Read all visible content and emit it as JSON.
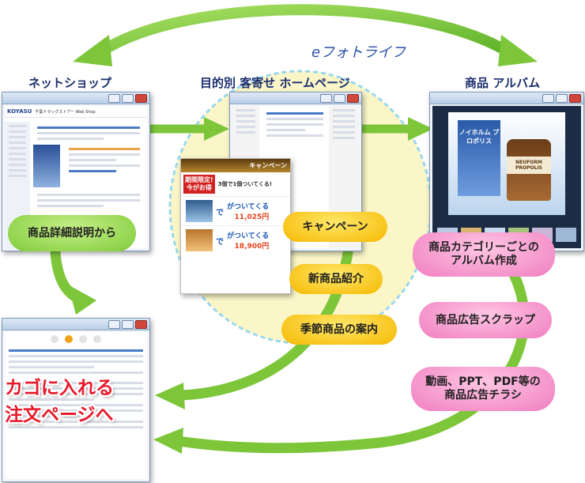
{
  "diagram": {
    "nodes": {
      "netshop": {
        "label": "ネットショップ"
      },
      "homepage": {
        "label": "目的別 客寄せ ホームページ"
      },
      "album": {
        "label": "商品 アルバム"
      },
      "efoto": {
        "label": "eフォトライフ"
      }
    },
    "pills": {
      "detail": {
        "label": "商品詳細説明から",
        "color": "#9bdc55"
      },
      "campaign": {
        "label": "キャンペーン",
        "color": "#f8c91a"
      },
      "newproduct": {
        "label": "新商品紹介",
        "color": "#f8c91a"
      },
      "seasonal": {
        "label": "季節商品の案内",
        "color": "#f8c91a"
      },
      "category_album": {
        "line1": "商品カテゴリーごとの",
        "line2": "アルバム作成",
        "color": "#f79bd0"
      },
      "scrap": {
        "label": "商品広告スクラップ",
        "color": "#f79bd0"
      },
      "flyer": {
        "line1": "動画、PPT、PDF等の",
        "line2": "商品広告チラシ",
        "color": "#f79bd0"
      }
    },
    "cart": {
      "line1": "カゴに入れる",
      "line2": "注文ページへ",
      "color": "#e8182b"
    },
    "colors": {
      "arrow": "#7dc63a",
      "ellipse": "#fbf6c8",
      "ellipse_border": "#9ad7ee",
      "title": "#1a2d6e"
    }
  },
  "screens": {
    "shop": {
      "brand": "KOYASU",
      "heading": "千葉ドラッグストアー Web Shop"
    },
    "album_photo": {
      "product": "ノイホルム プロポリス",
      "bottle": "NEUFORM PROPOLIS"
    },
    "ad": {
      "campaign": "キャンペーン",
      "limited1": "期間限定!",
      "limited2": "今がお得",
      "deal": "3個で1個ついてくる!",
      "offer_a": "がついてくる",
      "price_a": "11,025円",
      "offer_b": "がついてくる",
      "price_b": "18,900円",
      "de": "で"
    }
  }
}
